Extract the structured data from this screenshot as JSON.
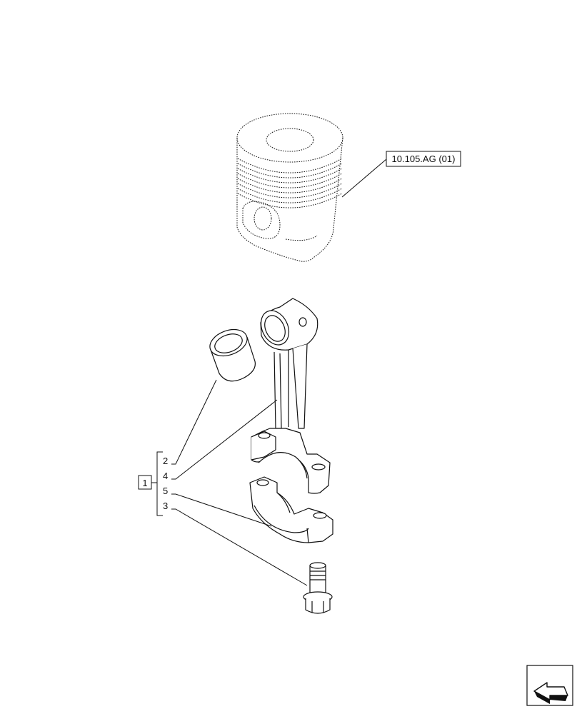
{
  "reference_label": "10.105.AG (01)",
  "group_label": "1",
  "callouts": [
    "2",
    "4",
    "5",
    "3"
  ],
  "parts": {
    "piston": "piston-ghost",
    "bushing": "small-end-bushing",
    "rod": "connecting-rod",
    "cap": "connecting-rod-cap",
    "bolt": "flange-bolt"
  },
  "nav_icon": "arrow-next-icon",
  "colors": {
    "line": "#111111",
    "background": "#ffffff"
  }
}
